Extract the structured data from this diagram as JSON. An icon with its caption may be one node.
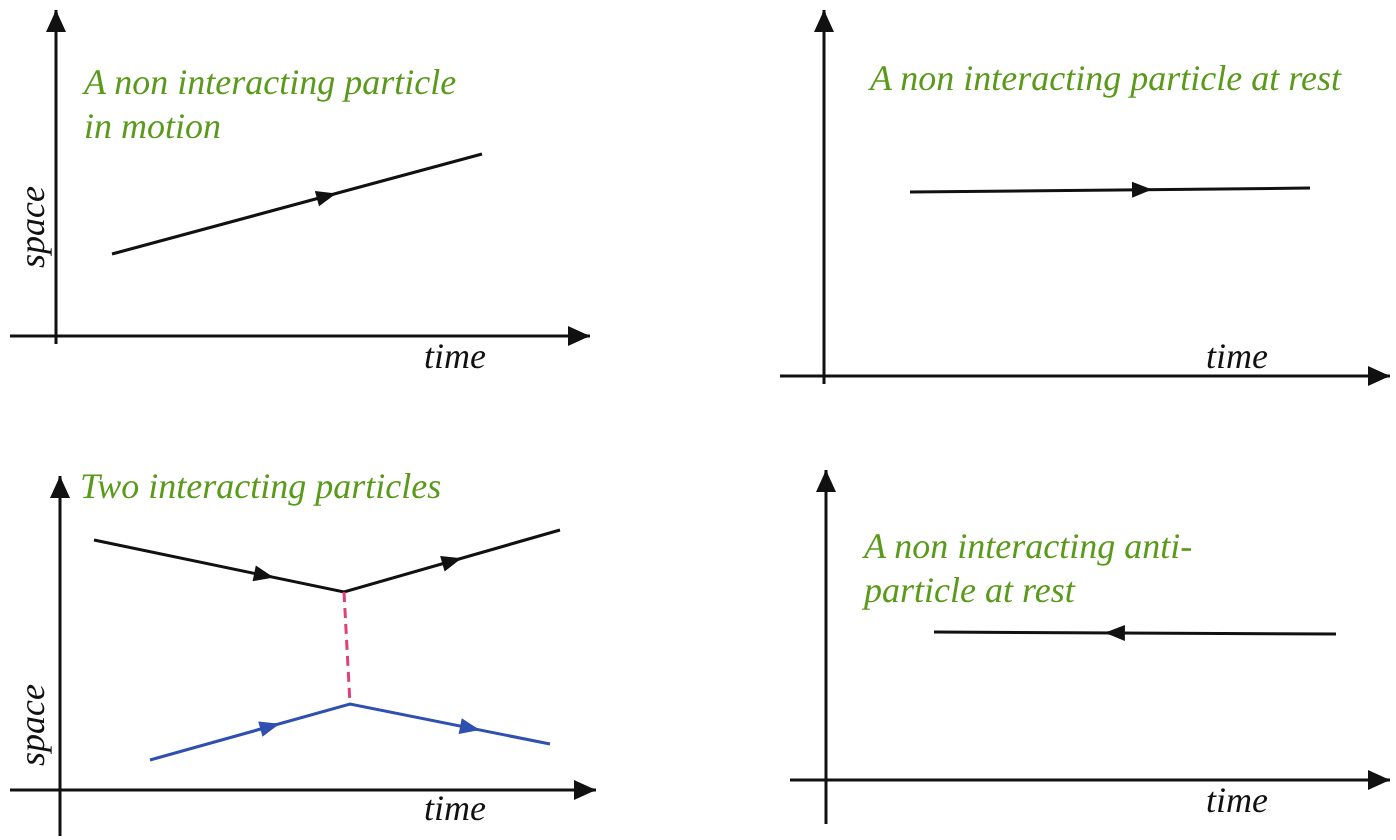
{
  "diagram": {
    "labels": [
      "A non interacting particle in motion",
      "space",
      "time",
      "A non interacting particle at rest",
      "time",
      "Two interacting particles",
      "space",
      "time",
      "A non interacting anti-particle at rest",
      "time"
    ]
  }
}
